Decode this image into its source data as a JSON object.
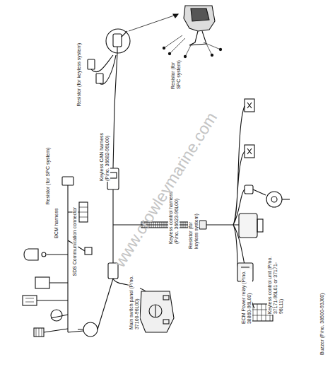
{
  "diagram": {
    "labels": [
      "Resistor (for keyless system)",
      "Resistor (for SPC system)",
      "Keyless CAN harness (P/no. 36682-96L00)",
      "Keyless control harness (P/no. 36623-96L00)",
      "Resistor (for keyless system)",
      "Buzzer (P/no. 38500-93J00)",
      "Keyless control unit (P/no. 37171-96L01 or 37171-96L11)",
      "ECM Power relay (P/no. 38860-96L00)",
      "Main switch panel (P/no. 37100-96L00)",
      "Resistor (for SPC system)",
      "BCM harness",
      "SDS Communication connector",
      "www.crowleymarine.com"
    ]
  }
}
